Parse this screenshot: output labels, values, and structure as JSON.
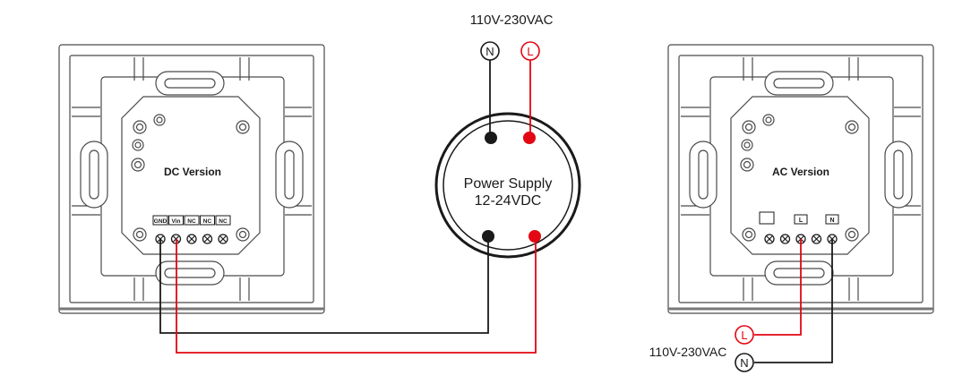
{
  "supply_top": {
    "voltage_label": "110V-230VAC",
    "neutral_symbol": "N",
    "live_symbol": "L"
  },
  "power_supply": {
    "line1": "Power Supply",
    "line2": "12-24VDC"
  },
  "dc_panel": {
    "title": "DC Version",
    "terminals": [
      "GND",
      "Vin",
      "NC",
      "NC",
      "NC"
    ]
  },
  "ac_panel": {
    "title": "AC Version",
    "terminals": [
      "",
      "L",
      "N"
    ]
  },
  "supply_bottom": {
    "voltage_label": "110V-230VAC",
    "live_symbol": "L",
    "neutral_symbol": "N"
  },
  "colors": {
    "live_wire": "#e30613",
    "neutral_wire": "#1a1a1a",
    "panel_stroke": "#4a4a4a"
  }
}
